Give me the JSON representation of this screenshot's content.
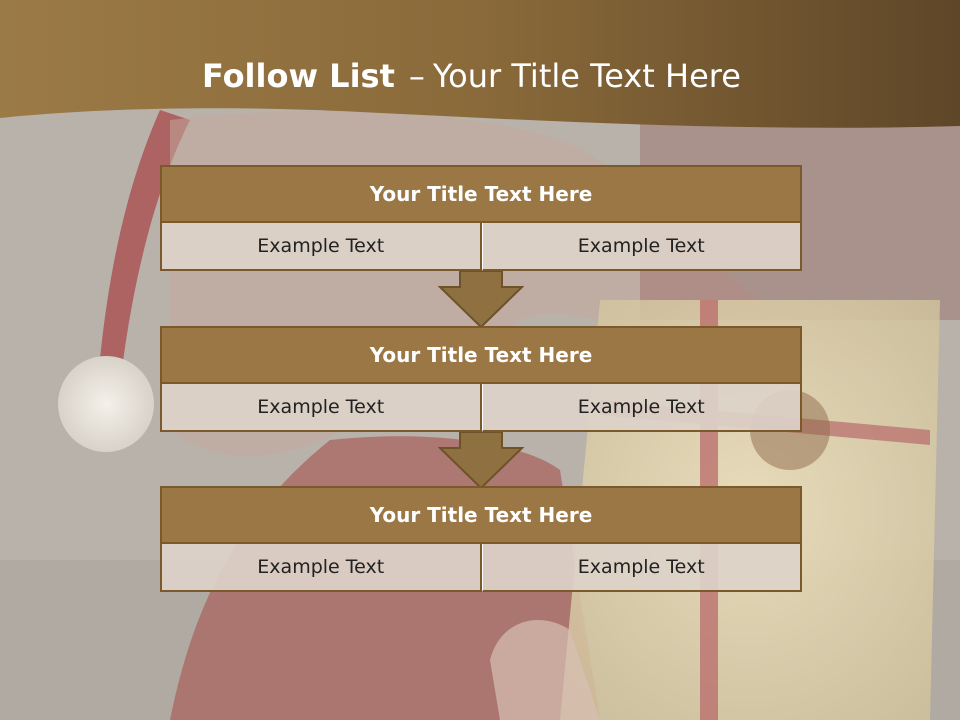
{
  "slide": {
    "title_bold": "Follow List",
    "title_separator": "–",
    "title_rest": "Your Title Text Here"
  },
  "blocks": [
    {
      "title": "Your Title Text Here",
      "cells": [
        "Example Text",
        "Example Text"
      ]
    },
    {
      "title": "Your Title Text Here",
      "cells": [
        "Example Text",
        "Example Text"
      ]
    },
    {
      "title": "Your Title Text Here",
      "cells": [
        "Example Text",
        "Example Text"
      ]
    }
  ],
  "colors": {
    "header_band": "#8a6a3a",
    "block_header": "#9a7745",
    "block_border": "#7a5a2b",
    "cell_fill": "#ddd2c9",
    "arrow_fill": "#8f7040",
    "background": "#b9b3ac"
  },
  "icons": [
    "down-arrow-icon"
  ]
}
